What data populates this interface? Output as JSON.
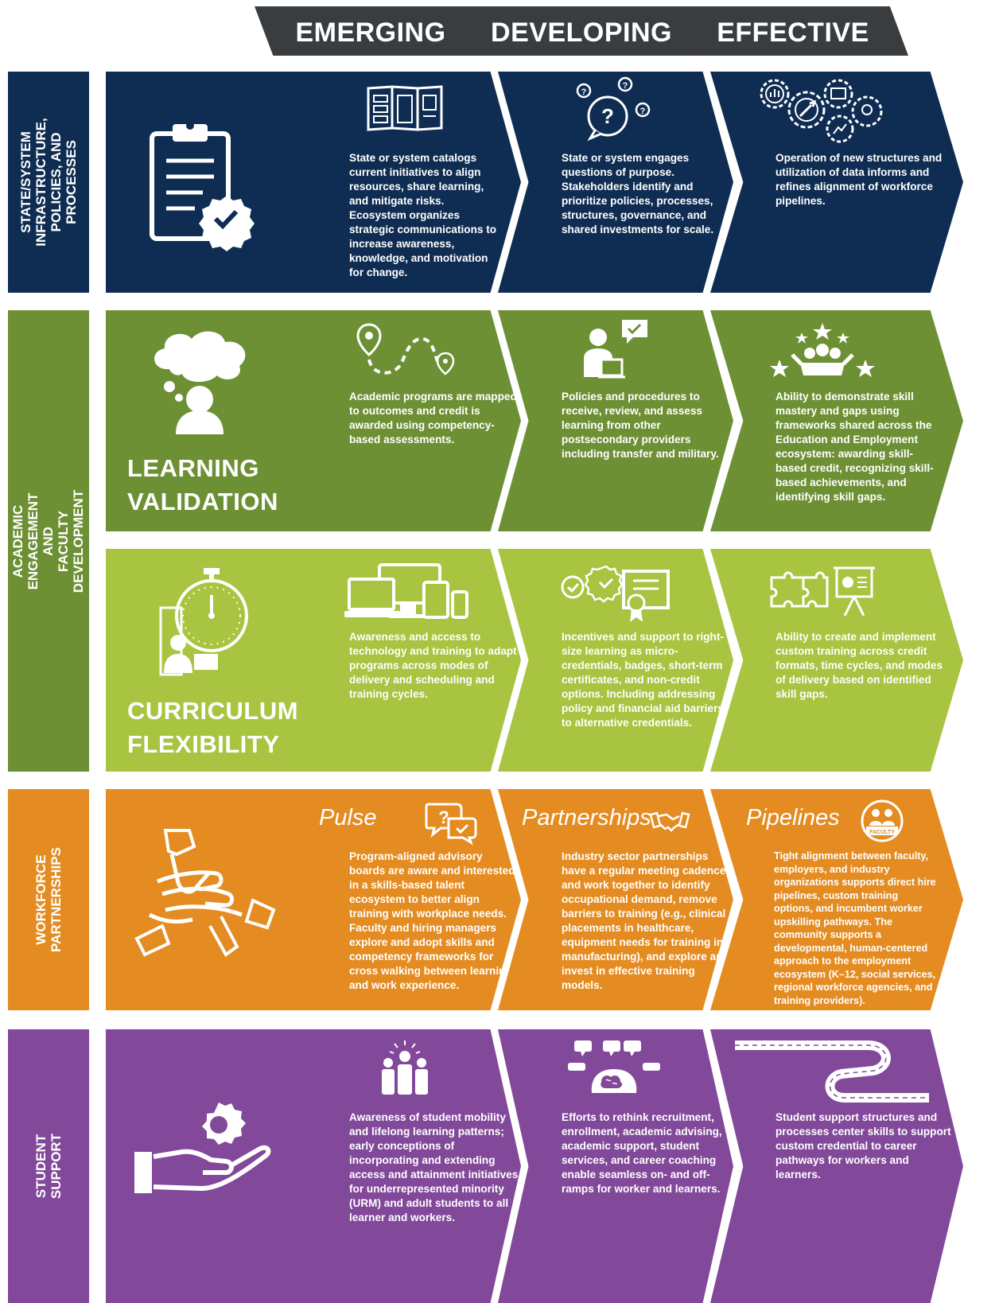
{
  "stages": [
    "EMERGING",
    "DEVELOPING",
    "EFFECTIVE"
  ],
  "rows": {
    "state": {
      "label": "STATE/SYSTEM\nINFRASTRUCTURE,\nPOLICIES, AND PROCESSES",
      "emerging": "State or system catalogs current initiatives to align resources, share learning, and mitigate risks. Ecosystem organizes strategic communications to increase awareness, knowledge, and motivation for change.",
      "developing": "State or system engages questions of purpose. Stakeholders identify and prioritize policies, processes, structures, governance, and shared investments for scale.",
      "effective": "Operation of new structures and utilization of data informs and refines alignment of workforce pipelines."
    },
    "academic": {
      "label": "ACADEMIC ENGAGEMENT AND\nFACULTY DEVELOPMENT",
      "learning": {
        "title_line1": "LEARNING",
        "title_line2": "VALIDATION",
        "emerging": "Academic programs are mapped to outcomes and credit is awarded using competency-based assessments.",
        "developing": "Policies and procedures to receive, review, and assess learning from other postsecondary providers including transfer and military.",
        "effective": "Ability to demonstrate skill mastery and gaps using frameworks shared across the Education and Employment ecosystem: awarding skill-based credit, recognizing skill-based achievements, and identifying skill gaps."
      },
      "curriculum": {
        "title_line1": "CURRICULUM",
        "title_line2": "FLEXIBILITY",
        "emerging": "Awareness and access to technology and training to adapt programs across modes of delivery and scheduling and training cycles.",
        "developing": "Incentives and support to right-size learning as micro-credentials, badges, short-term certificates, and non-credit options. Including addressing policy and financial aid barriers to alternative credentials.",
        "effective": "Ability to create and implement custom training across credit formats, time cycles, and modes of delivery based on identified skill gaps."
      }
    },
    "workforce": {
      "label": "WORKFORCE\nPARTNERSHIPS",
      "emerging_title": "Pulse",
      "developing_title": "Partnerships",
      "effective_title": "Pipelines",
      "effective_badge": "FACULTY",
      "emerging": "Program-aligned advisory boards are aware and interested in a skills-based talent ecosystem to better align training with workplace needs. Faculty and hiring managers explore and adopt skills and competency frameworks for cross walking between learning and work experience.",
      "developing": "Industry sector partnerships have a regular meeting cadence and work together to identify occupational demand, remove barriers to training (e.g., clinical placements in healthcare, equipment needs for training in manufacturing), and explore and invest in effective training models.",
      "effective": "Tight alignment between faculty, employers, and industry organizations supports direct hire pipelines, custom training options, and incumbent worker upskilling pathways. The community supports a developmental, human-centered approach to the employment ecosystem (K–12, social services, regional workforce agencies, and training providers)."
    },
    "student": {
      "label": "STUDENT\nSUPPORT",
      "emerging": "Awareness of student mobility and lifelong learning patterns; early conceptions of incorporating and extending access and attainment initiatives for underrepresented minority (URM) and adult students to all learner and workers.",
      "developing": "Efforts to rethink recruitment, enrollment, academic advising, academic support, student services, and career coaching enable seamless on- and off-ramps for worker and learners.",
      "effective": "Student support structures and processes center skills to support custom credential to career pathways for workers and learners."
    }
  },
  "colors": {
    "header": "#3a3d40",
    "navy": "#0f2d52",
    "green": "#6d9035",
    "lime": "#a8c440",
    "orange": "#e48c21",
    "purple": "#82489a"
  }
}
